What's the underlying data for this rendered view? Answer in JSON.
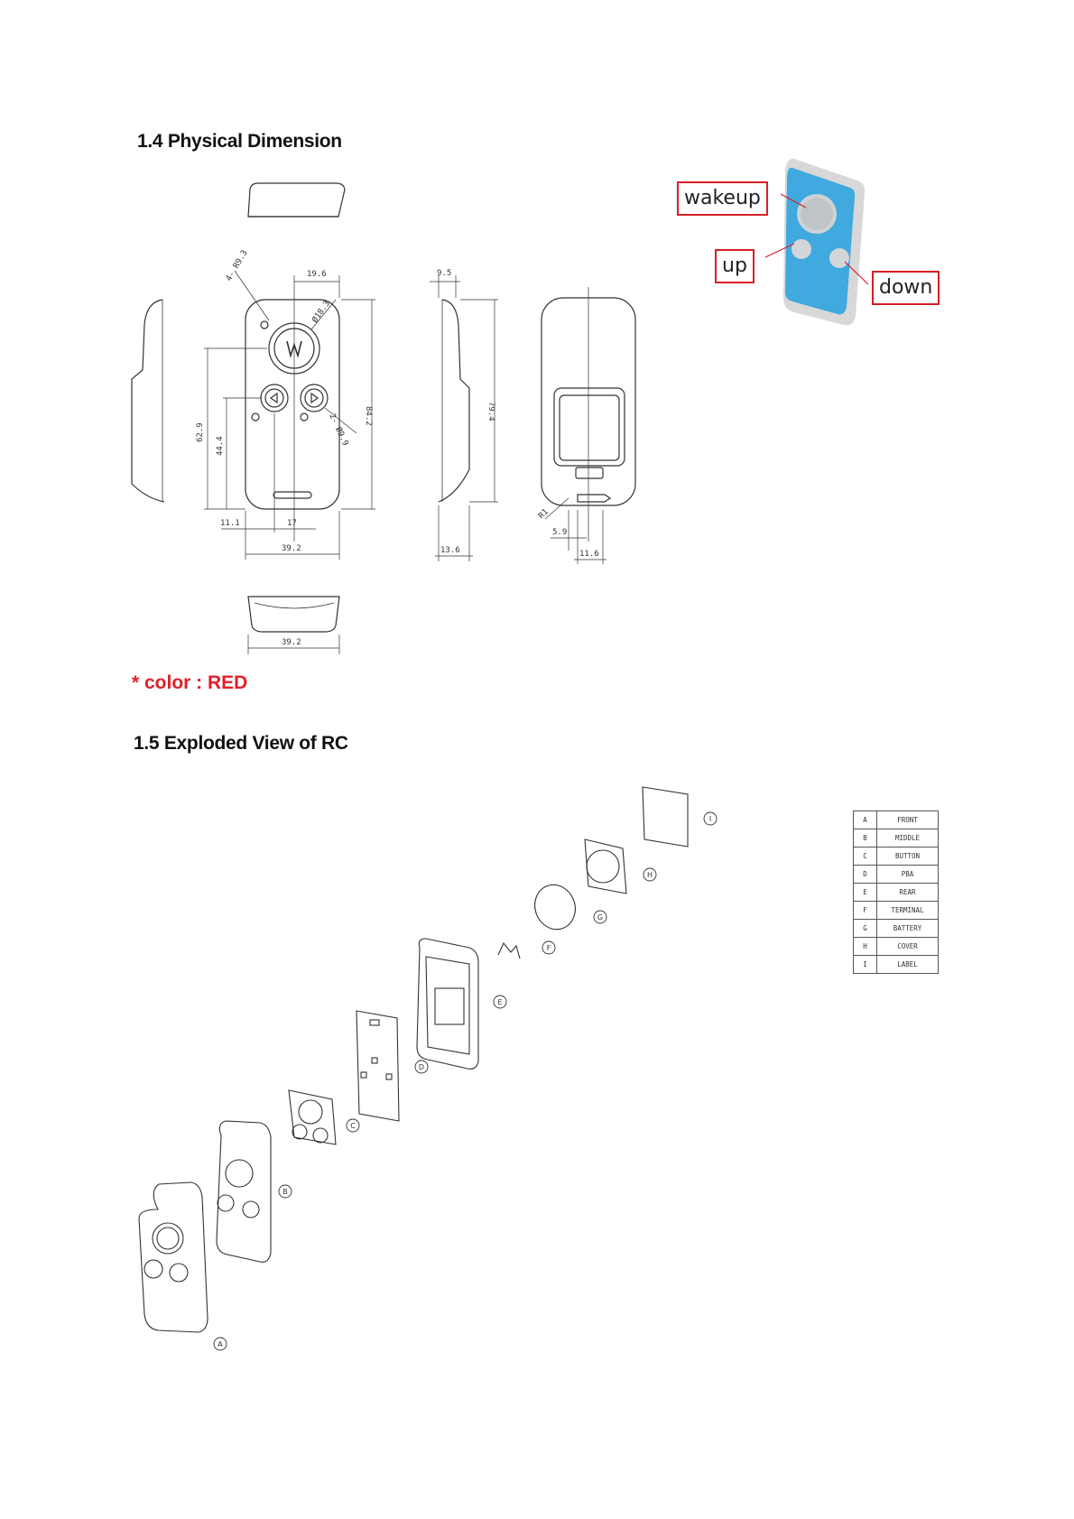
{
  "sections": {
    "dimension_heading": "1.4 Physical Dimension",
    "exploded_heading": "1.5 Exploded View of RC"
  },
  "color_note": "* color : RED",
  "remote_photo": {
    "callouts": {
      "wakeup": "wakeup",
      "up": "up",
      "down": "down"
    },
    "colors": {
      "body": "#3fa9e0",
      "callout_border": "#d61f26"
    }
  },
  "dimensions": {
    "button_radius": "4- R9.3",
    "top_width": "19.6",
    "wake_diameter": "Ø18.3",
    "arrow_diameter": "2- Ø9.9",
    "height_a": "62.9",
    "height_b": "44.4",
    "height_total": "84.2",
    "left_offset": "11.1",
    "button_pitch": "17",
    "width": "39.2",
    "side_top": "9.5",
    "side_height": "79.4",
    "side_depth": "13.6",
    "rear_radius": "R1",
    "rear_a": "5.9",
    "rear_b": "11.6",
    "bottom_width": "39.2"
  },
  "part_labels": [
    "A",
    "B",
    "C",
    "D",
    "E",
    "F",
    "G",
    "H",
    "I"
  ],
  "parts_table": [
    {
      "code": "A",
      "name": "FRONT"
    },
    {
      "code": "B",
      "name": "MIDDLE"
    },
    {
      "code": "C",
      "name": "BUTTON"
    },
    {
      "code": "D",
      "name": "PBA"
    },
    {
      "code": "E",
      "name": "REAR"
    },
    {
      "code": "F",
      "name": "TERMINAL"
    },
    {
      "code": "G",
      "name": "BATTERY"
    },
    {
      "code": "H",
      "name": "COVER"
    },
    {
      "code": "I",
      "name": "LABEL"
    }
  ],
  "colors": {
    "note_red": "#e0202a",
    "line": "#333333"
  }
}
